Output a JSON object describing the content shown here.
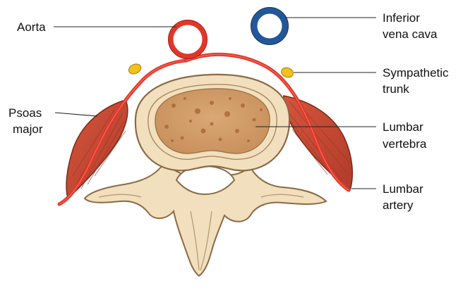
{
  "labels": {
    "aorta": "Aorta",
    "ivc_line1": "Inferior",
    "ivc_line2": "vena cava",
    "sympathetic_line1": "Sympathetic",
    "sympathetic_line2": "trunk",
    "psoas_line1": "Psoas",
    "psoas_line2": "major",
    "vertebra_line1": "Lumbar",
    "vertebra_line2": "vertebra",
    "artery_line1": "Lumbar",
    "artery_line2": "artery"
  },
  "colors": {
    "artery_red": "#e2362b",
    "vein_blue": "#24579a",
    "nerve_yellow": "#f2c21a",
    "muscle_red": "#c84a36",
    "bone_cream": "#f1dfbd",
    "bone_outline": "#8a6a45",
    "marrow_brown": "#d0a070"
  }
}
